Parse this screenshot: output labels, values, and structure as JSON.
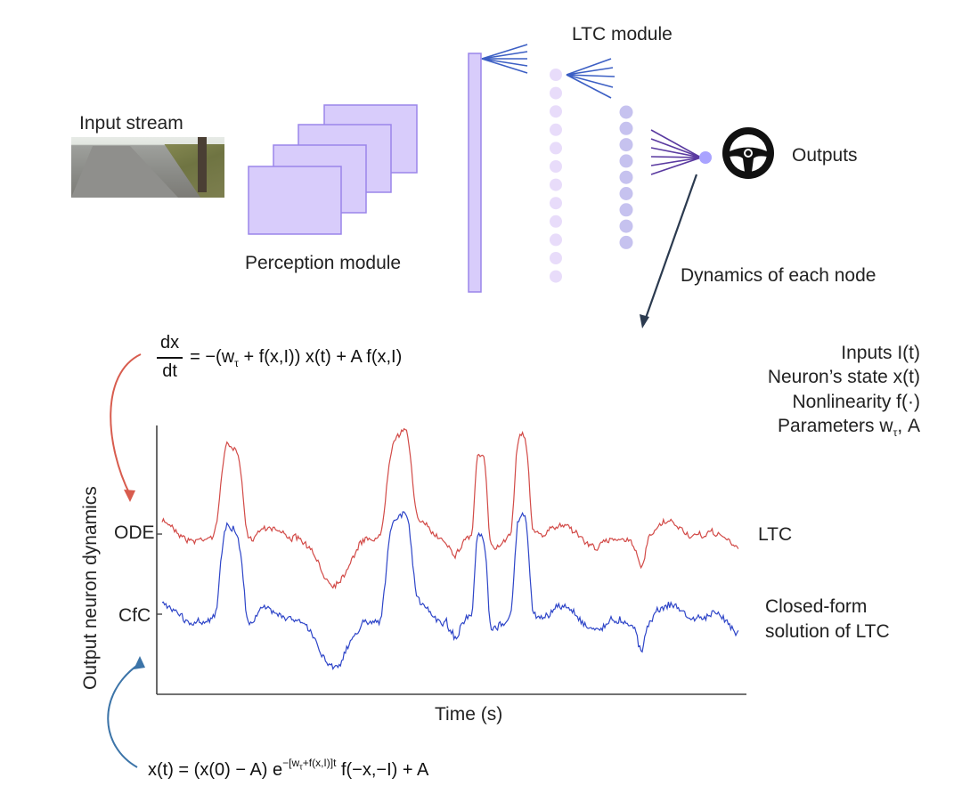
{
  "labels": {
    "input_stream": "Input stream",
    "perception_module": "Perception module",
    "ltc_module": "LTC module",
    "outputs": "Outputs",
    "dynamics_each_node": "Dynamics of each node",
    "inputs_legend": [
      "Inputs I(t)",
      "Neuron’s state x(t)",
      "Nonlinearity f(·)",
      "Parameters w"
    ],
    "params_suffix": ", A",
    "ode": "ODE",
    "cfc": "CfC",
    "ltc": "LTC",
    "closed_form_1": "Closed-form",
    "closed_form_2": "solution of LTC",
    "y_axis": "Output neuron dynamics",
    "x_axis": "Time (s)"
  },
  "equations": {
    "ode_num": "dx",
    "ode_den": "dt",
    "ode_rhs": "= −(w",
    "ode_rhs_sub": "τ",
    "ode_rhs_rest": " + f(x,I)) x(t) + A f(x,I)",
    "cfc_lhs": "x(t) = (x(0) − A) e",
    "cfc_exp": "−[w",
    "cfc_exp_sub": "τ",
    "cfc_exp_rest": "+f(x,I)]t",
    "cfc_rest": " f(−x,−I) + A"
  },
  "colors": {
    "ltc_trace": "#d24a47",
    "cfc_trace": "#2e45c8",
    "module_fill": "#d8ccfb",
    "module_stroke": "#9a85ea",
    "ltc_arrow": "#d85c4e",
    "cfc_arrow": "#3c74a8",
    "fan_blue": "#3c5fc4",
    "fan_purple": "#5a3aa0",
    "neuron_light": "#e8dcfa",
    "neuron_mid": "#c6c2ef",
    "neuron_out": "#a9a3ff"
  },
  "icons": {
    "steering_wheel": "steering-wheel-icon"
  }
}
